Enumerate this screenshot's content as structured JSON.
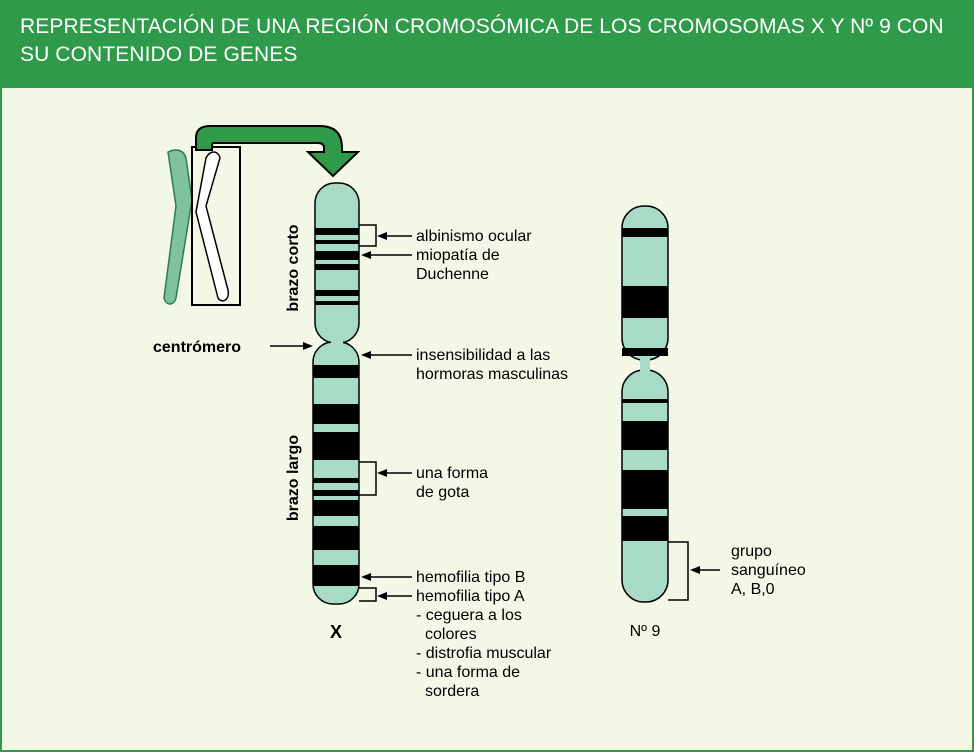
{
  "header": {
    "title": "REPRESENTACIÓN DE UNA REGIÓN CROMOSÓMICA DE LOS CROMOSOMAS X Y Nº 9 CON SU CONTENIDO DE GENES"
  },
  "colors": {
    "header_bg": "#2e9a4a",
    "panel_bg": "#f3f8e6",
    "chromosome_fill": "#a8dbc5",
    "band": "#000000",
    "arrow_green": "#2e9a4a",
    "small_chromosome_fill": "#7fc29c"
  },
  "chromosome_x": {
    "name": "X",
    "short_arm_label": "brazo corto",
    "long_arm_label": "brazo largo",
    "centromere_label": "centrómero",
    "genes": {
      "albinismo": "albinismo ocular",
      "miopatia_1": "miopatía de",
      "miopatia_2": "Duchenne",
      "insensibilidad_1": "insensibilidad a las",
      "insensibilidad_2": "hormoras masculinas",
      "gota_1": "una forma",
      "gota_2": "de gota",
      "hemofilia_b": "hemofilia tipo B",
      "hemofilia_a": "hemofilia tipo A",
      "ceguera_1": "- ceguera a los",
      "ceguera_2": "colores",
      "distrofia": "- distrofia muscular",
      "sordera_1": "- una forma de",
      "sordera_2": "sordera"
    }
  },
  "chromosome_9": {
    "name": "Nº 9",
    "genes": {
      "grupo_1": "grupo",
      "grupo_2": "sanguíneo",
      "grupo_3": "A, B,0"
    }
  }
}
